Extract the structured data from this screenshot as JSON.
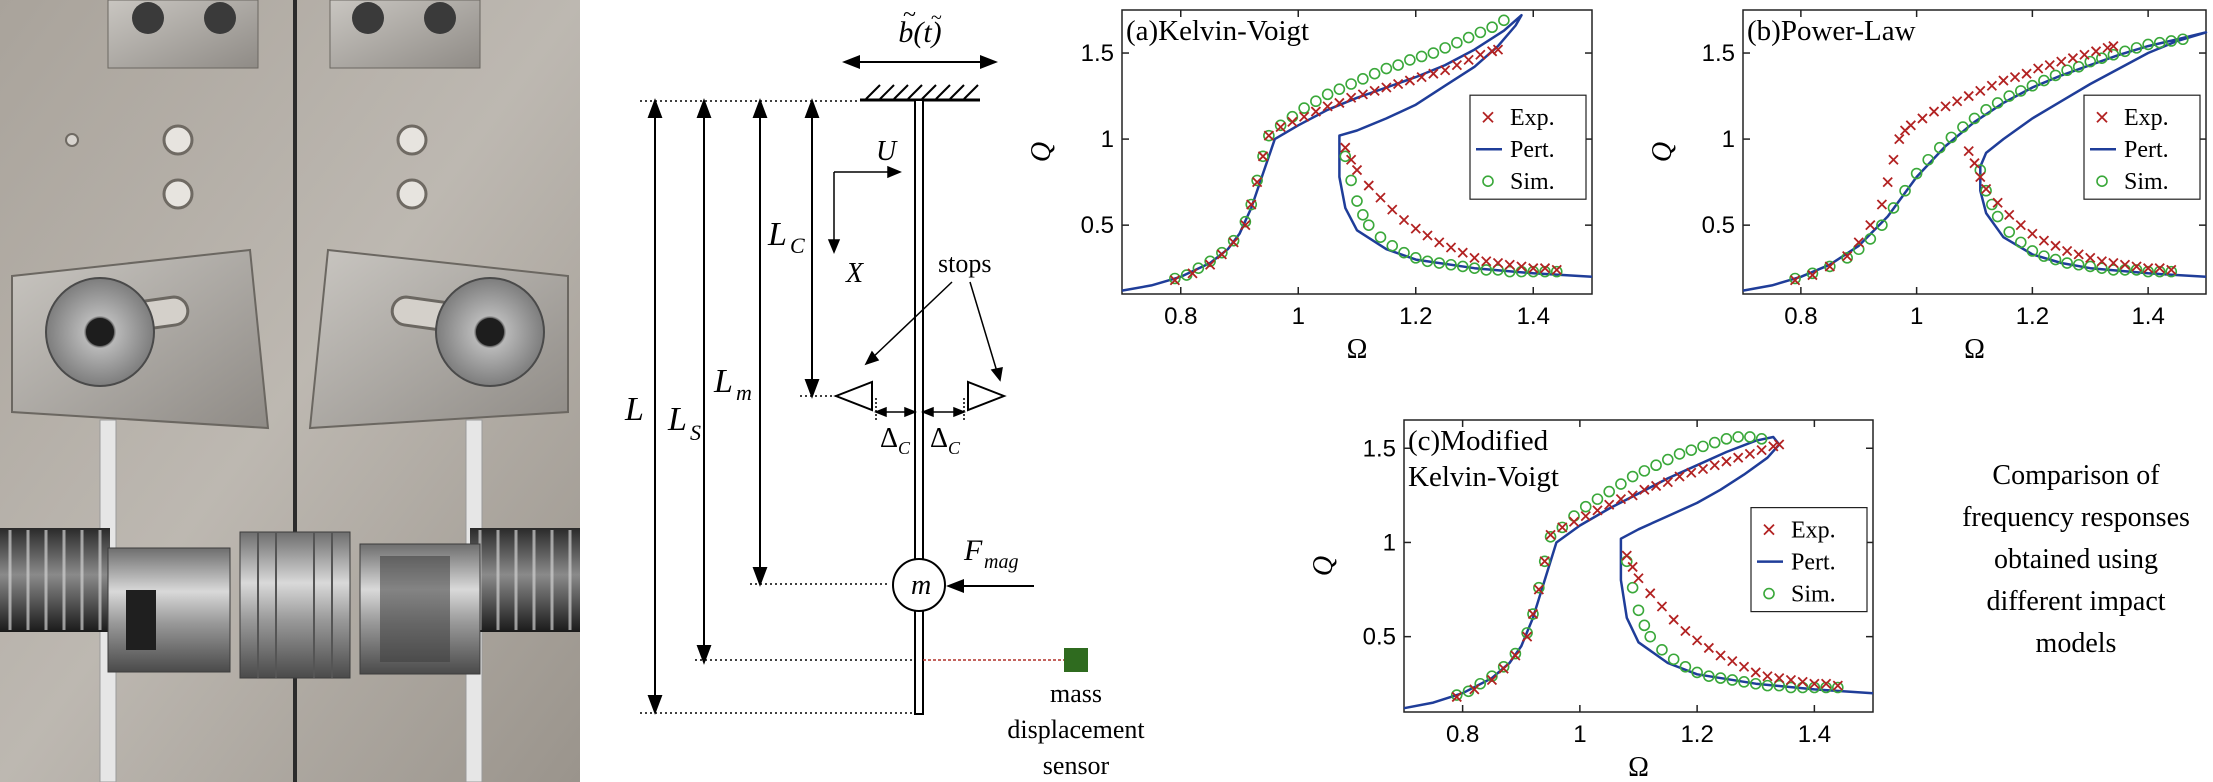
{
  "diagram": {
    "b_label": "b(t)",
    "U": "U",
    "X": "X",
    "L": "L",
    "LS": "S",
    "Lm": "m",
    "LC": "C",
    "stops": "stops",
    "delta": "Δ",
    "delta_sub": "C",
    "F": "F",
    "F_sub": "mag",
    "m": "m",
    "sensor_lines": [
      "mass",
      "displacement",
      "sensor"
    ]
  },
  "comparison_note": [
    "Comparison of",
    "frequency responses",
    "obtained using",
    "different impact",
    "models"
  ],
  "chart_data": [
    {
      "id": "a",
      "type": "line",
      "title": "(a)Kelvin-Voigt",
      "title_lines": [
        "(a)Kelvin-Voigt"
      ],
      "xlabel": "Ω",
      "ylabel": "Q",
      "xlim": [
        0.7,
        1.5
      ],
      "ylim": [
        0.1,
        1.75
      ],
      "xticks": [
        0.8,
        1,
        1.2,
        1.4
      ],
      "yticks": [
        0.5,
        1,
        1.5
      ],
      "legend": [
        "Exp.",
        "Pert.",
        "Sim."
      ],
      "legend_position": "right-middle",
      "colors": {
        "exp": "#b22222",
        "pert": "#1f3d99",
        "sim": "#3aa83a"
      },
      "pert_x": [
        0.7,
        0.75,
        0.8,
        0.85,
        0.88,
        0.9,
        0.92,
        0.94,
        0.96,
        1.0,
        1.05,
        1.1,
        1.15,
        1.2,
        1.25,
        1.3,
        1.35,
        1.38,
        1.37,
        1.34,
        1.3,
        1.25,
        1.2,
        1.15,
        1.1,
        1.07,
        1.07,
        1.08,
        1.1,
        1.15,
        1.2,
        1.3,
        1.4,
        1.5
      ],
      "pert_y": [
        0.12,
        0.15,
        0.2,
        0.28,
        0.36,
        0.45,
        0.6,
        0.8,
        1.0,
        1.08,
        1.17,
        1.24,
        1.3,
        1.36,
        1.43,
        1.52,
        1.63,
        1.72,
        1.66,
        1.54,
        1.42,
        1.31,
        1.2,
        1.12,
        1.05,
        1.02,
        0.78,
        0.6,
        0.47,
        0.36,
        0.3,
        0.25,
        0.22,
        0.2
      ],
      "exp_x": [
        0.79,
        0.82,
        0.85,
        0.87,
        0.89,
        0.91,
        0.92,
        0.93,
        0.94,
        0.95,
        0.97,
        0.99,
        1.01,
        1.03,
        1.05,
        1.07,
        1.09,
        1.11,
        1.13,
        1.15,
        1.17,
        1.19,
        1.21,
        1.23,
        1.25,
        1.27,
        1.29,
        1.31,
        1.33,
        1.34,
        1.08,
        1.09,
        1.1,
        1.12,
        1.14,
        1.16,
        1.18,
        1.2,
        1.22,
        1.24,
        1.26,
        1.28,
        1.3,
        1.32,
        1.34,
        1.36,
        1.38,
        1.4,
        1.42,
        1.44
      ],
      "exp_y": [
        0.18,
        0.22,
        0.27,
        0.33,
        0.4,
        0.5,
        0.62,
        0.75,
        0.9,
        1.02,
        1.07,
        1.1,
        1.13,
        1.16,
        1.19,
        1.21,
        1.24,
        1.26,
        1.28,
        1.3,
        1.32,
        1.34,
        1.36,
        1.38,
        1.4,
        1.43,
        1.46,
        1.49,
        1.51,
        1.52,
        0.95,
        0.88,
        0.82,
        0.73,
        0.66,
        0.59,
        0.53,
        0.48,
        0.44,
        0.4,
        0.37,
        0.34,
        0.31,
        0.29,
        0.28,
        0.27,
        0.26,
        0.25,
        0.25,
        0.24
      ],
      "sim_x": [
        0.79,
        0.81,
        0.83,
        0.85,
        0.87,
        0.89,
        0.91,
        0.92,
        0.93,
        0.94,
        0.95,
        0.97,
        0.99,
        1.01,
        1.03,
        1.05,
        1.07,
        1.09,
        1.11,
        1.13,
        1.15,
        1.17,
        1.19,
        1.21,
        1.23,
        1.25,
        1.27,
        1.29,
        1.31,
        1.33,
        1.35,
        1.08,
        1.09,
        1.1,
        1.11,
        1.12,
        1.14,
        1.16,
        1.18,
        1.2,
        1.22,
        1.24,
        1.26,
        1.28,
        1.3,
        1.32,
        1.34,
        1.36,
        1.38,
        1.4,
        1.42,
        1.44
      ],
      "sim_y": [
        0.19,
        0.21,
        0.25,
        0.29,
        0.34,
        0.41,
        0.52,
        0.62,
        0.76,
        0.9,
        1.02,
        1.08,
        1.13,
        1.18,
        1.22,
        1.26,
        1.29,
        1.32,
        1.35,
        1.38,
        1.41,
        1.43,
        1.46,
        1.48,
        1.5,
        1.53,
        1.56,
        1.59,
        1.62,
        1.65,
        1.69,
        0.9,
        0.76,
        0.64,
        0.56,
        0.5,
        0.43,
        0.38,
        0.34,
        0.31,
        0.29,
        0.28,
        0.27,
        0.26,
        0.25,
        0.24,
        0.24,
        0.23,
        0.23,
        0.23,
        0.23,
        0.23
      ]
    },
    {
      "id": "b",
      "type": "line",
      "title": "(b)Power-Law",
      "title_lines": [
        "(b)Power-Law"
      ],
      "xlabel": "Ω",
      "ylabel": "Q",
      "xlim": [
        0.7,
        1.5
      ],
      "ylim": [
        0.1,
        1.75
      ],
      "xticks": [
        0.8,
        1,
        1.2,
        1.4
      ],
      "yticks": [
        0.5,
        1,
        1.5
      ],
      "legend": [
        "Exp.",
        "Pert.",
        "Sim."
      ],
      "legend_position": "right-middle",
      "colors": {
        "exp": "#b22222",
        "pert": "#1f3d99",
        "sim": "#3aa83a"
      },
      "pert_x": [
        0.7,
        0.75,
        0.8,
        0.85,
        0.9,
        0.95,
        1.0,
        1.05,
        1.1,
        1.15,
        1.2,
        1.25,
        1.3,
        1.35,
        1.4,
        1.45,
        1.5,
        1.5,
        1.45,
        1.4,
        1.35,
        1.3,
        1.25,
        1.2,
        1.15,
        1.12,
        1.11,
        1.11,
        1.12,
        1.15,
        1.2,
        1.25,
        1.3,
        1.4,
        1.5
      ],
      "pert_y": [
        0.12,
        0.15,
        0.2,
        0.27,
        0.38,
        0.55,
        0.78,
        0.96,
        1.1,
        1.21,
        1.3,
        1.37,
        1.43,
        1.49,
        1.54,
        1.58,
        1.62,
        1.62,
        1.57,
        1.5,
        1.41,
        1.32,
        1.22,
        1.12,
        1.0,
        0.92,
        0.84,
        0.7,
        0.57,
        0.43,
        0.33,
        0.28,
        0.25,
        0.22,
        0.2
      ],
      "exp_x": [
        0.79,
        0.82,
        0.85,
        0.88,
        0.9,
        0.92,
        0.94,
        0.95,
        0.96,
        0.97,
        0.98,
        0.99,
        1.01,
        1.03,
        1.05,
        1.07,
        1.09,
        1.11,
        1.13,
        1.15,
        1.17,
        1.19,
        1.21,
        1.23,
        1.25,
        1.27,
        1.29,
        1.31,
        1.33,
        1.34,
        1.09,
        1.1,
        1.11,
        1.12,
        1.14,
        1.16,
        1.18,
        1.2,
        1.22,
        1.24,
        1.26,
        1.28,
        1.3,
        1.32,
        1.34,
        1.36,
        1.38,
        1.4,
        1.42,
        1.44
      ],
      "exp_y": [
        0.18,
        0.21,
        0.26,
        0.32,
        0.4,
        0.5,
        0.62,
        0.75,
        0.88,
        1.0,
        1.05,
        1.08,
        1.12,
        1.16,
        1.19,
        1.22,
        1.25,
        1.28,
        1.31,
        1.34,
        1.36,
        1.38,
        1.41,
        1.43,
        1.45,
        1.47,
        1.49,
        1.51,
        1.53,
        1.54,
        0.93,
        0.86,
        0.78,
        0.71,
        0.63,
        0.56,
        0.5,
        0.45,
        0.41,
        0.38,
        0.35,
        0.33,
        0.31,
        0.29,
        0.28,
        0.27,
        0.26,
        0.25,
        0.25,
        0.24
      ],
      "sim_x": [
        0.79,
        0.82,
        0.85,
        0.88,
        0.9,
        0.92,
        0.94,
        0.96,
        0.98,
        1.0,
        1.02,
        1.04,
        1.06,
        1.08,
        1.1,
        1.12,
        1.14,
        1.16,
        1.18,
        1.2,
        1.22,
        1.24,
        1.26,
        1.28,
        1.3,
        1.32,
        1.34,
        1.36,
        1.38,
        1.4,
        1.42,
        1.44,
        1.46,
        1.11,
        1.12,
        1.13,
        1.14,
        1.16,
        1.18,
        1.2,
        1.22,
        1.24,
        1.26,
        1.28,
        1.3,
        1.32,
        1.34,
        1.36,
        1.38,
        1.4,
        1.42,
        1.44
      ],
      "sim_y": [
        0.19,
        0.22,
        0.26,
        0.31,
        0.36,
        0.42,
        0.5,
        0.6,
        0.7,
        0.8,
        0.88,
        0.95,
        1.01,
        1.07,
        1.12,
        1.17,
        1.21,
        1.25,
        1.28,
        1.31,
        1.34,
        1.37,
        1.4,
        1.42,
        1.45,
        1.47,
        1.49,
        1.51,
        1.53,
        1.55,
        1.56,
        1.57,
        1.58,
        0.82,
        0.7,
        0.62,
        0.55,
        0.46,
        0.4,
        0.35,
        0.32,
        0.3,
        0.28,
        0.27,
        0.26,
        0.25,
        0.24,
        0.24,
        0.24,
        0.23,
        0.23,
        0.23
      ]
    },
    {
      "id": "c",
      "type": "line",
      "title": "(c)Modified Kelvin-Voigt",
      "title_lines": [
        "(c)Modified",
        "Kelvin-Voigt"
      ],
      "xlabel": "Ω",
      "ylabel": "Q",
      "xlim": [
        0.7,
        1.5
      ],
      "ylim": [
        0.1,
        1.65
      ],
      "xticks": [
        0.8,
        1,
        1.2,
        1.4
      ],
      "yticks": [
        0.5,
        1,
        1.5
      ],
      "legend": [
        "Exp.",
        "Pert.",
        "Sim."
      ],
      "legend_position": "right-middle",
      "colors": {
        "exp": "#b22222",
        "pert": "#1f3d99",
        "sim": "#3aa83a"
      },
      "pert_x": [
        0.7,
        0.75,
        0.8,
        0.85,
        0.88,
        0.9,
        0.92,
        0.94,
        0.96,
        1.0,
        1.05,
        1.1,
        1.15,
        1.2,
        1.25,
        1.3,
        1.33,
        1.34,
        1.32,
        1.28,
        1.24,
        1.2,
        1.15,
        1.1,
        1.07,
        1.07,
        1.08,
        1.1,
        1.15,
        1.2,
        1.3,
        1.4,
        1.5
      ],
      "pert_y": [
        0.12,
        0.15,
        0.2,
        0.28,
        0.36,
        0.45,
        0.6,
        0.8,
        1.0,
        1.09,
        1.18,
        1.26,
        1.34,
        1.41,
        1.48,
        1.54,
        1.56,
        1.52,
        1.45,
        1.36,
        1.28,
        1.21,
        1.14,
        1.07,
        1.02,
        0.8,
        0.6,
        0.47,
        0.36,
        0.3,
        0.25,
        0.22,
        0.2
      ],
      "exp_x": [
        0.79,
        0.82,
        0.85,
        0.87,
        0.89,
        0.91,
        0.92,
        0.93,
        0.94,
        0.95,
        0.97,
        0.99,
        1.01,
        1.03,
        1.05,
        1.07,
        1.09,
        1.11,
        1.13,
        1.15,
        1.17,
        1.19,
        1.21,
        1.23,
        1.25,
        1.27,
        1.29,
        1.31,
        1.33,
        1.34,
        1.08,
        1.09,
        1.1,
        1.12,
        1.14,
        1.16,
        1.18,
        1.2,
        1.22,
        1.24,
        1.26,
        1.28,
        1.3,
        1.32,
        1.34,
        1.36,
        1.38,
        1.4,
        1.42,
        1.44
      ],
      "exp_y": [
        0.18,
        0.22,
        0.27,
        0.33,
        0.4,
        0.5,
        0.62,
        0.75,
        0.9,
        1.04,
        1.08,
        1.11,
        1.14,
        1.17,
        1.2,
        1.23,
        1.25,
        1.28,
        1.3,
        1.32,
        1.35,
        1.37,
        1.39,
        1.41,
        1.43,
        1.45,
        1.47,
        1.49,
        1.51,
        1.52,
        0.93,
        0.87,
        0.81,
        0.73,
        0.66,
        0.59,
        0.53,
        0.48,
        0.44,
        0.4,
        0.37,
        0.34,
        0.31,
        0.29,
        0.28,
        0.27,
        0.26,
        0.25,
        0.25,
        0.24
      ],
      "sim_x": [
        0.79,
        0.81,
        0.83,
        0.85,
        0.87,
        0.89,
        0.91,
        0.92,
        0.93,
        0.94,
        0.95,
        0.97,
        0.99,
        1.01,
        1.03,
        1.05,
        1.07,
        1.09,
        1.11,
        1.13,
        1.15,
        1.17,
        1.19,
        1.21,
        1.23,
        1.25,
        1.27,
        1.29,
        1.31,
        1.08,
        1.09,
        1.1,
        1.11,
        1.12,
        1.14,
        1.16,
        1.18,
        1.2,
        1.22,
        1.24,
        1.26,
        1.28,
        1.3,
        1.32,
        1.34,
        1.36,
        1.38,
        1.4,
        1.42,
        1.44
      ],
      "sim_y": [
        0.19,
        0.21,
        0.25,
        0.29,
        0.34,
        0.41,
        0.52,
        0.62,
        0.76,
        0.9,
        1.03,
        1.08,
        1.14,
        1.19,
        1.23,
        1.27,
        1.31,
        1.35,
        1.38,
        1.41,
        1.44,
        1.47,
        1.49,
        1.51,
        1.53,
        1.55,
        1.56,
        1.56,
        1.55,
        0.9,
        0.76,
        0.64,
        0.56,
        0.5,
        0.43,
        0.38,
        0.34,
        0.31,
        0.29,
        0.28,
        0.27,
        0.26,
        0.25,
        0.24,
        0.24,
        0.23,
        0.23,
        0.23,
        0.23,
        0.23
      ]
    }
  ]
}
